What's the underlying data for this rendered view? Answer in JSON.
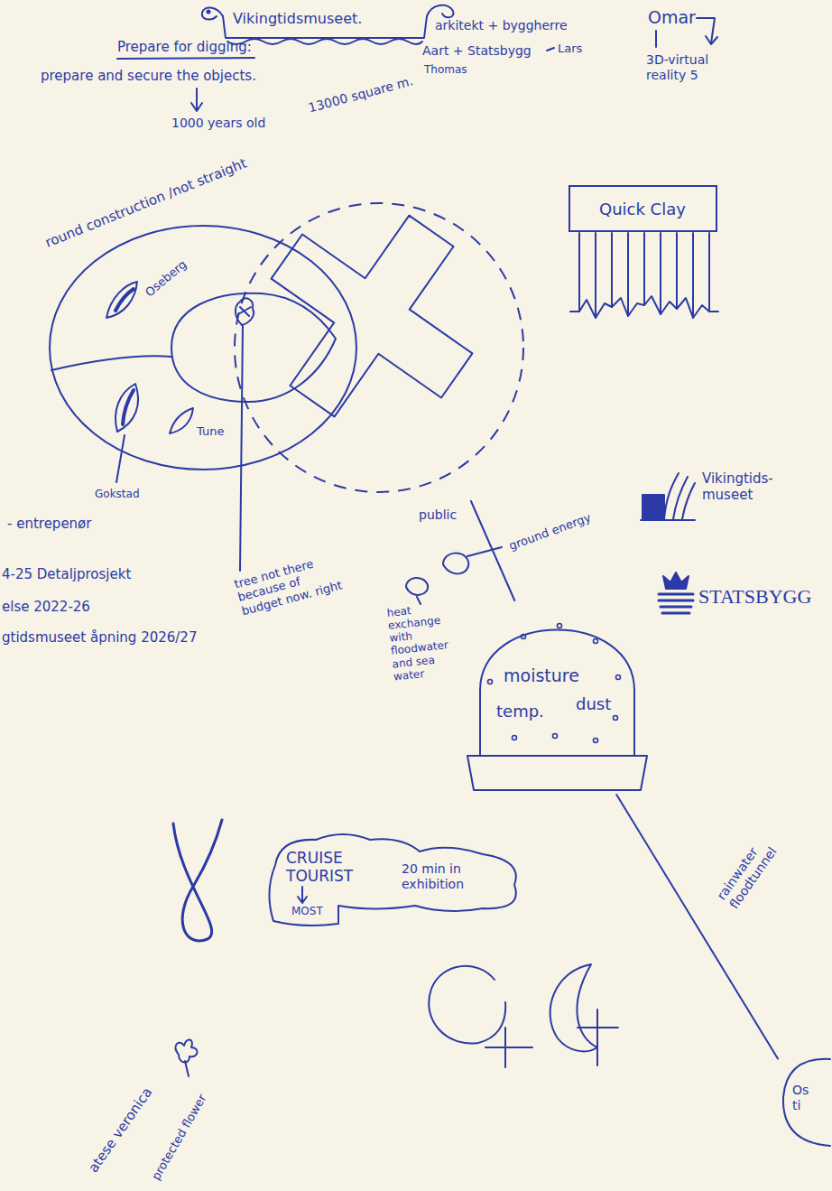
{
  "diagram": {
    "title": "Vikingtidsmuseet.",
    "nodes": [
      {
        "text": [
          "13000 square m."
        ]
      },
      {
        "text": [
          "Quick Clay"
        ]
      },
      {
        "text": [
          "moisture",
          "temp.",
          "dust"
        ]
      },
      {
        "text": [
          "CRUISE TOURIST",
          "20 min in exhibition"
        ]
      },
      {
        "text": [
          "Os ti"
        ]
      }
    ],
    "edges": [
      {
        "from": 0,
        "to": 2,
        "arrow": "none",
        "label": "public"
      },
      {
        "from": 2,
        "to": 4,
        "arrow": "none",
        "label": "rainwater floodtunnel"
      }
    ],
    "labels": [
      "arkitekt + byggherre",
      "Aart + Statsbygg",
      "Lars",
      "Thomas",
      "Omar",
      "3D-virtual reality 5",
      "Prepare for digging:",
      "prepare and secure the objects.",
      "1000 years old",
      "round construction /not straight",
      "Oseberg",
      "Tune",
      "Gokstad",
      "- entrepenør",
      "tree not there because of budget now. right",
      "4-25 Detaljprosjekt",
      "else 2022-26",
      "gtidsmuseet åpning 2026/27",
      "Vikingtids-museet",
      "STATSBYGG",
      "ground energy",
      "heat exchange with floodwater and sea water",
      "MOST",
      "atese veronica",
      "protected flower"
    ]
  }
}
